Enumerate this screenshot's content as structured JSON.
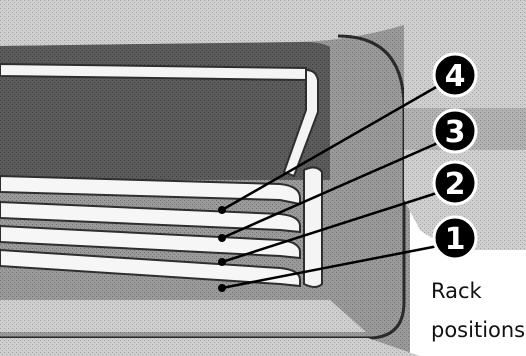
{
  "callouts": [
    {
      "label": "4"
    },
    {
      "label": "3"
    },
    {
      "label": "2"
    },
    {
      "label": "1"
    }
  ],
  "caption": {
    "line1": "Rack",
    "line2": "positions"
  }
}
